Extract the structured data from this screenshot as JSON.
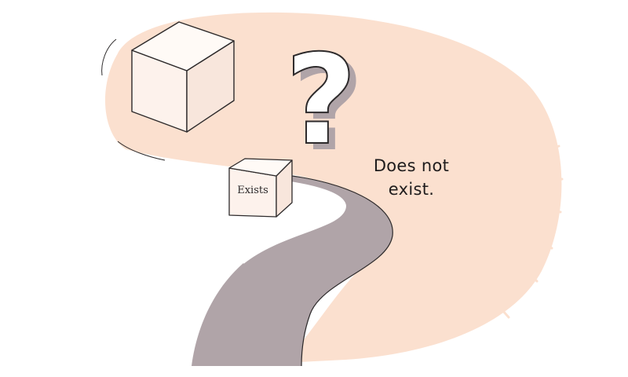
{
  "labels": {
    "small_box": "Exists",
    "not_exist_line1": "Does not",
    "not_exist_line2": "exist."
  },
  "glyphs": {
    "question_mark": "?"
  },
  "icons": [
    "large-cube-icon",
    "small-cube-icon",
    "question-mark-icon",
    "winding-path"
  ],
  "colors": {
    "background": "#ffffff",
    "blob": "#fbe0cf",
    "path_fill": "#b0a4a8",
    "outline": "#2d2a2b",
    "cube_face": "#fdf2ec",
    "question_shadow": "#b0a4a8"
  }
}
